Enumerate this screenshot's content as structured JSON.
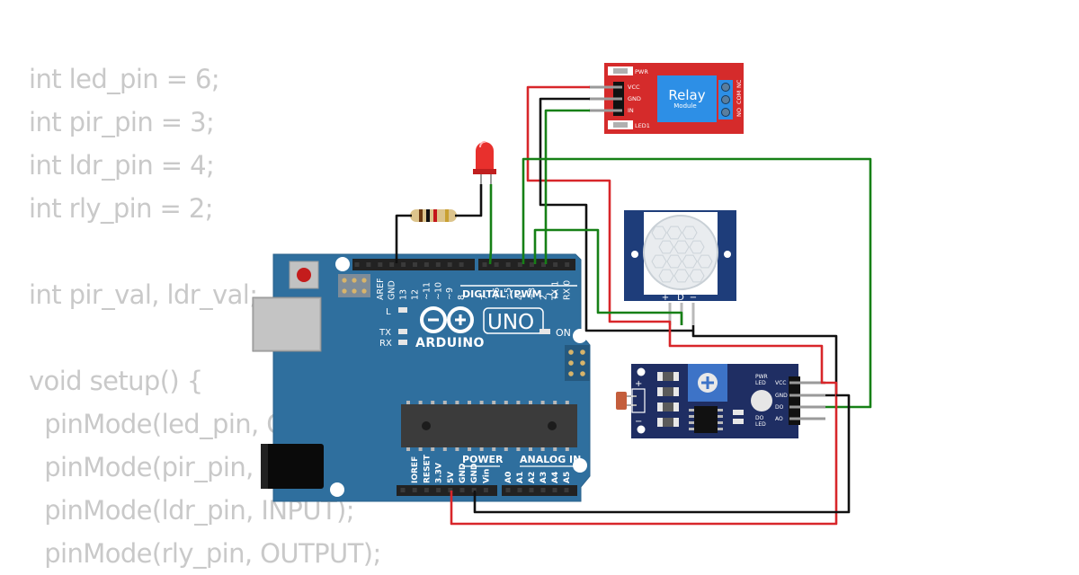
{
  "code_lines": [
    "int led_pin = 6;",
    "int pir_pin = 3;",
    "int ldr_pin = 4;",
    "int rly_pin = 2;",
    "",
    "int pir_val, ldr_val;",
    "",
    "void setup() {",
    "  pinMode(led_pin, OUTPUT);",
    "  pinMode(pir_pin, INPUT);",
    "  pinMode(ldr_pin, INPUT);",
    "  pinMode(rly_pin, OUTPUT);"
  ],
  "arduino": {
    "brand": "ARDUINO",
    "model": "UNO",
    "digital_label": "DIGITAL (PWM ~)",
    "on_label": "ON",
    "l_label": "L",
    "tx_label": "TX",
    "rx_label": "RX",
    "power_label": "POWER",
    "analog_label": "ANALOG IN",
    "top_pins": [
      "AREF",
      "GND",
      "13",
      "12",
      "~11",
      "~10",
      "~9",
      "8",
      "7",
      "~6",
      "~5",
      "4",
      "~3",
      "2",
      "TX 1",
      "RX 0"
    ],
    "bottom_pins": [
      "IOREF",
      "RESET",
      "3.3V",
      "5V",
      "GND",
      "GND",
      "Vin",
      "A0",
      "A1",
      "A2",
      "A3",
      "A4",
      "A5"
    ]
  },
  "relay": {
    "title": "Relay",
    "subtitle": "Module",
    "pins": [
      "VCC",
      "GND",
      "IN"
    ],
    "pwr_label": "PWR",
    "led_label": "LED1",
    "terminals": [
      "NO",
      "COM",
      "NC"
    ]
  },
  "pir": {
    "pins": [
      "+",
      "D",
      "−"
    ]
  },
  "ldr_module": {
    "pins": [
      "VCC",
      "GND",
      "DO",
      "AO"
    ],
    "pwr_label": "PWR LED",
    "do_label": "DO LED",
    "plus": "+",
    "minus": "−"
  },
  "colors": {
    "board": "#2f6f9e",
    "relay_board": "#d52b2b",
    "ldr_board": "#1f2e63",
    "wire_red": "#d8262a",
    "wire_black": "#111111",
    "wire_green": "#168016",
    "code_text": "#c9c9c9"
  }
}
